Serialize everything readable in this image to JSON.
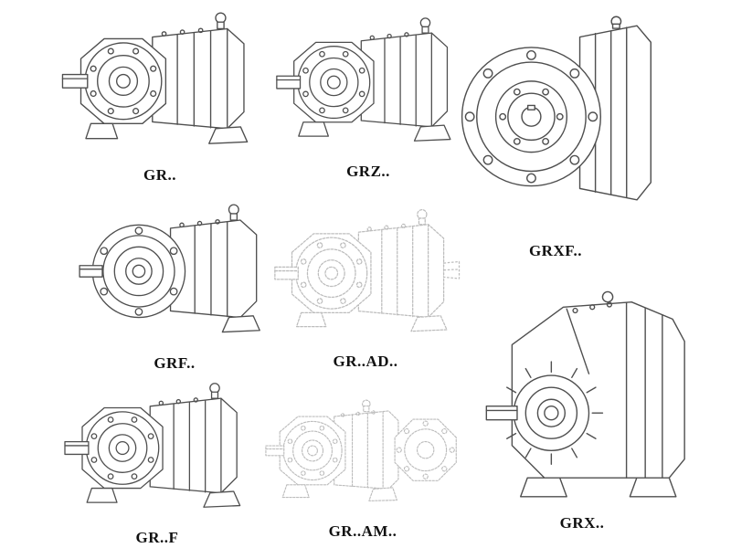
{
  "page": {
    "background": "#ffffff",
    "line_color": "#4f4f4f",
    "faded_line_color": "#bdbdbd",
    "label_color": "#111111"
  },
  "models": [
    {
      "code": "GR..",
      "drawing": "foot-mounted-helical-gear-unit"
    },
    {
      "code": "GRZ..",
      "drawing": "foot-mounted-helical-gear-unit"
    },
    {
      "code": "GRXF..",
      "drawing": "flange-mounted-gear-unit-front-view"
    },
    {
      "code": "GRF..",
      "drawing": "flange-mounted-helical-gear-unit"
    },
    {
      "code": "GR..AD..",
      "drawing": "gear-unit-with-input-shaft-adapter-faded"
    },
    {
      "code": "GRX..",
      "drawing": "large-foot-mounted-gear-unit"
    },
    {
      "code": "GR..F",
      "drawing": "foot-mounted-helical-gear-unit"
    },
    {
      "code": "GR..AM..",
      "drawing": "gear-unit-with-motor-adapter-flange-faded"
    }
  ]
}
